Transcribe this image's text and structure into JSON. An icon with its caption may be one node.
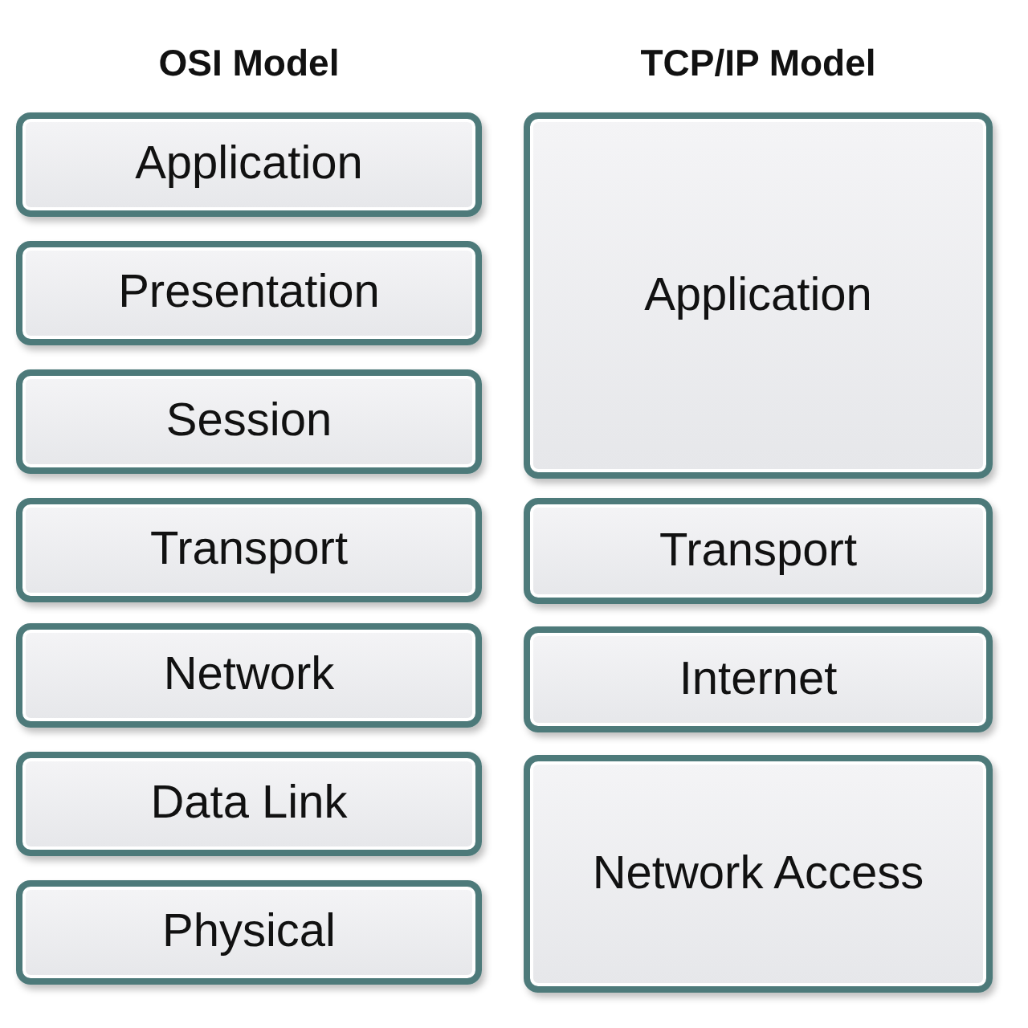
{
  "diagram": {
    "nodes": [
      {
        "text": [
          "Application"
        ]
      },
      {
        "text": [
          "Presentation"
        ]
      },
      {
        "text": [
          "Session"
        ]
      },
      {
        "text": [
          "Transport"
        ]
      },
      {
        "text": [
          "Network"
        ]
      },
      {
        "text": [
          "Data Link"
        ]
      },
      {
        "text": [
          "Physical"
        ]
      },
      {
        "text": [
          "Application"
        ]
      },
      {
        "text": [
          "Transport"
        ]
      },
      {
        "text": [
          "Internet"
        ]
      },
      {
        "text": [
          "Network Access"
        ]
      }
    ],
    "labels": [
      "OSI Model",
      "TCP/IP Model"
    ]
  }
}
